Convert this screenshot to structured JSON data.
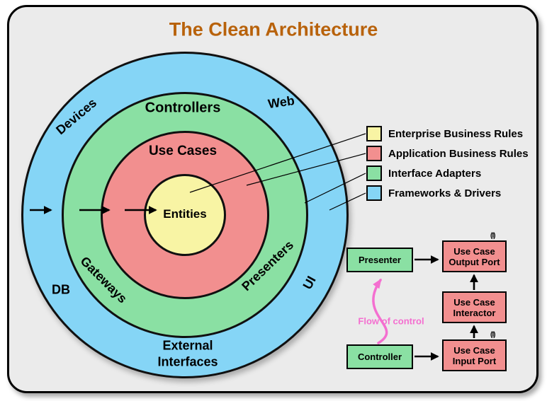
{
  "title": "The Clean Architecture",
  "colors": {
    "title_text": "#b8620b",
    "frameworks_drivers": "#85d5f6",
    "interface_adapters": "#8ae0a3",
    "application_business_rules": "#f28f8f",
    "enterprise_business_rules": "#f8f4a4",
    "flow_of_control": "#f46fd0"
  },
  "diagram": {
    "ring_labels": {
      "entities": "Entities",
      "use_cases": "Use Cases",
      "controllers": "Controllers",
      "gateways": "Gateways",
      "presenters": "Presenters",
      "devices": "Devices",
      "web": "Web",
      "db": "DB",
      "ui": "UI",
      "external_line1": "External",
      "external_line2": "Interfaces"
    }
  },
  "legend": {
    "items": [
      {
        "label": "Enterprise Business Rules",
        "color": "#f8f4a4"
      },
      {
        "label": "Application Business Rules",
        "color": "#f28f8f"
      },
      {
        "label": "Interface Adapters",
        "color": "#8ae0a3"
      },
      {
        "label": "Frameworks & Drivers",
        "color": "#85d5f6"
      }
    ]
  },
  "flow_diagram": {
    "presenter": "Presenter",
    "controller": "Controller",
    "output_port": {
      "line1": "Use Case",
      "line2": "Output Port"
    },
    "interactor": {
      "line1": "Use Case",
      "line2": "Interactor"
    },
    "input_port": {
      "line1": "Use Case",
      "line2": "Input Port"
    },
    "interface_marker": "(I)",
    "flow_label": "Flow of control"
  }
}
